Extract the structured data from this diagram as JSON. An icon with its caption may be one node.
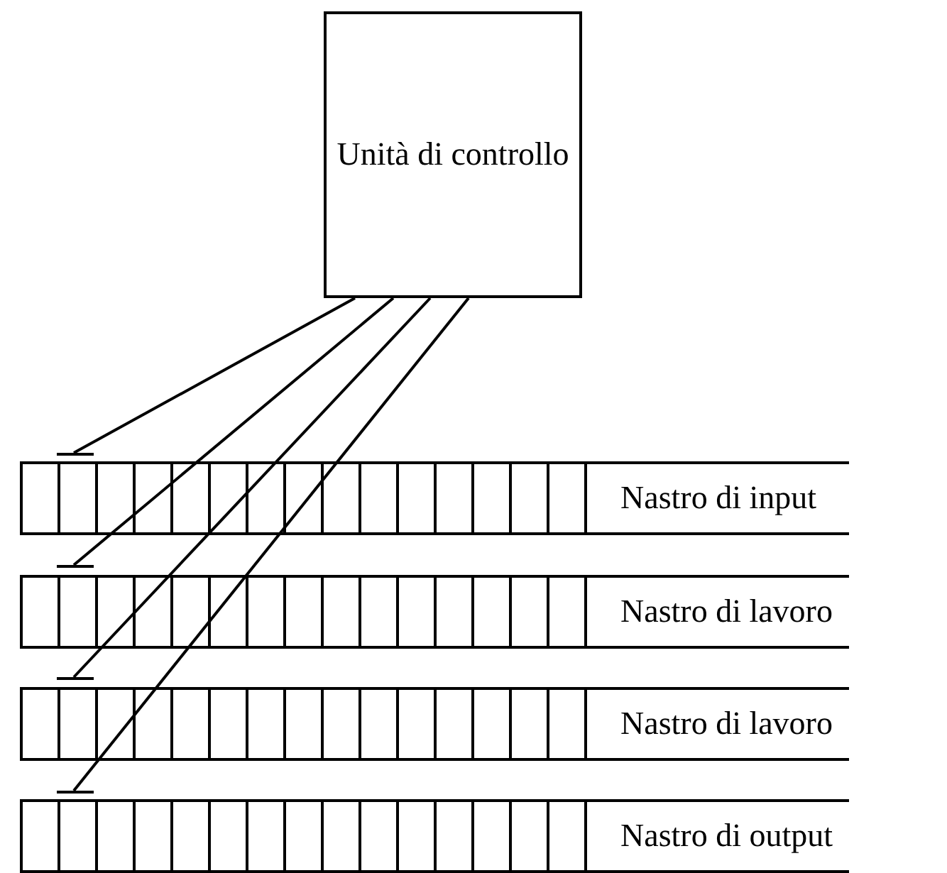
{
  "diagram": {
    "nodes": [
      {
        "text": [
          "Unità di controllo"
        ]
      },
      {
        "text": [],
        "shape": "bar"
      },
      {
        "text": [
          "Nastro di input"
        ]
      },
      {
        "text": [],
        "shape": "bar"
      },
      {
        "text": [
          "Nastro di lavoro"
        ]
      },
      {
        "text": [],
        "shape": "bar"
      },
      {
        "text": [
          "Nastro di lavoro"
        ]
      },
      {
        "text": [],
        "shape": "bar"
      },
      {
        "text": [
          "Nastro di output"
        ]
      }
    ],
    "edges": [
      {
        "from": 0,
        "to": 1,
        "arrow": "none"
      },
      {
        "from": 0,
        "to": 3,
        "arrow": "none"
      },
      {
        "from": 0,
        "to": 5,
        "arrow": "none"
      },
      {
        "from": 0,
        "to": 7,
        "arrow": "none"
      }
    ]
  }
}
